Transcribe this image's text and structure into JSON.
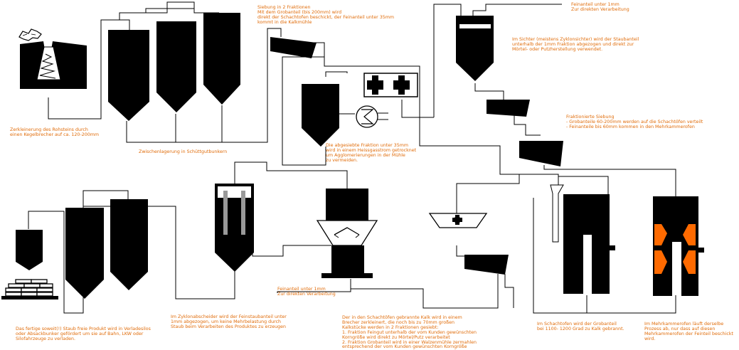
{
  "colors": {
    "equipment": "#000000",
    "line": "#000000",
    "annotation_text": "#e06c0a",
    "flame": "#ff6a00",
    "electrode": "#999999",
    "background": "#ffffff"
  },
  "annotations": {
    "crusher": "Zerkleinerung des Rohsteins durch\neinen Kegelbrecher auf ca. 120-200mm",
    "storage": "Zwischenlagerung in Schüttgutbunkern",
    "screening": "Siebung in 2 Fraktionen\nMit dem Grobanteil (bis 200mm) wird\ndirekt der Schachtofen beschickt, der Feinanteil unter 35mm\nkommt in die Kalkmühle",
    "dryer": "Die abgesiebte Fraktion unter 35mm\nwird in einem Heissgasstrom getrocknet\num Agglomerierungen in der Mühle\nzu vermeiden.",
    "fines_top": "Feinanteil unter 1mm\nZur direkten Verarbeitung",
    "classifier": "Im Sichter (meistens Zyklonsichter) wird der Staubanteil\nunterhalb der 1mm Fraktion abgezogen und direkt zur\nMörtel- oder Putzherstellung verwendet.",
    "fractionated": "Fraktionierte Siebung\n- Grobanteile 60-200mm werden auf die Schachtöfen verteilt\n- Feinanteile bis 60mm kommen in den Mehrkammerofen",
    "fines_bottom": "Feinanteil unter 1mm\nZur direkten Verarbeitung",
    "cyclone": "Im Zyklonabscheider wird der Feinstaubanteil unter\n1mm abgezogen, um keine Mehrbelastung durch\nStaub beim Verarbeiten des Produktes zu erzeugen",
    "loading": "Das fertige soweit(!) Staub freie Produkt wird in Verladesilos\noder Absackbunker gefördert um sie auf Bahn, LKW oder\nSilofahrzeuge zu verladen.",
    "crusher2": "Der in den Schachtöfen gebrannte Kalk wird in einem\nBrecher zerkleinert, die noch bis zu 70mm großen\nKalkstücke werden in 2 Fraktionen gesiebt:\n1. Fraktion Feingut unterhalb der vom Kunden gewünschten\nKorngröße wird direkt zu Mörtel/Putz verarbeitet\n2. Fraktion Grobanteil wird in einer Walzenmühle zermahlen\nentsprechend der vom Kunden gewünschten Korngröße",
    "shaft_kiln": "Im Schachtofen wird der Grobanteil\nbei 1100- 1200 Grad zu Kalk gebrannt.",
    "multi_kiln": "Im Mehrkammerofen läuft derselbe\nProzess ab, nur dass auf diesen\nMehrkammerofen der Feinteil beschickt\nwird."
  }
}
